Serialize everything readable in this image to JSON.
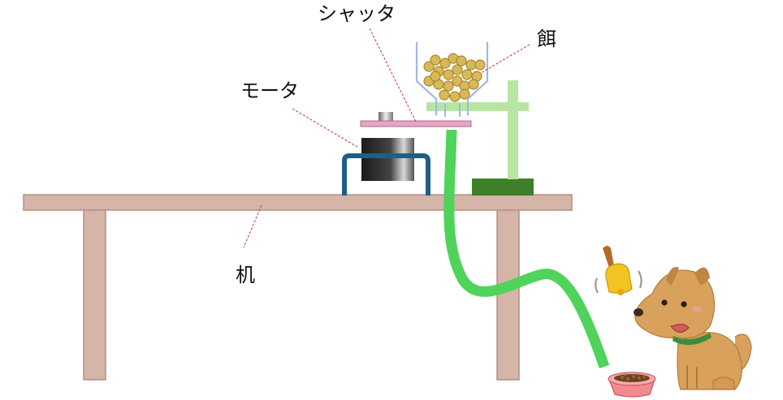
{
  "labels": {
    "shutter": "シャッタ",
    "feed": "餌",
    "motor": "モータ",
    "desk": "机"
  },
  "colors": {
    "desk": "#d4b5a8",
    "desk_edge": "#b38f82",
    "hose": "#4fd35a",
    "stand": "#b7e6a4",
    "stand_base": "#3f7f2a",
    "shutter": "#e8a4c4",
    "motor_frame": "#1d5f86",
    "hopper": "#9fb8e4",
    "pellet": "#d8b85a",
    "bowl": "#f08a8f",
    "dog": "#d8a25c",
    "collar": "#3f8c3c",
    "bell": "#f3c321"
  },
  "icons": [
    "bell-icon",
    "dog-icon",
    "food-bowl-icon"
  ]
}
